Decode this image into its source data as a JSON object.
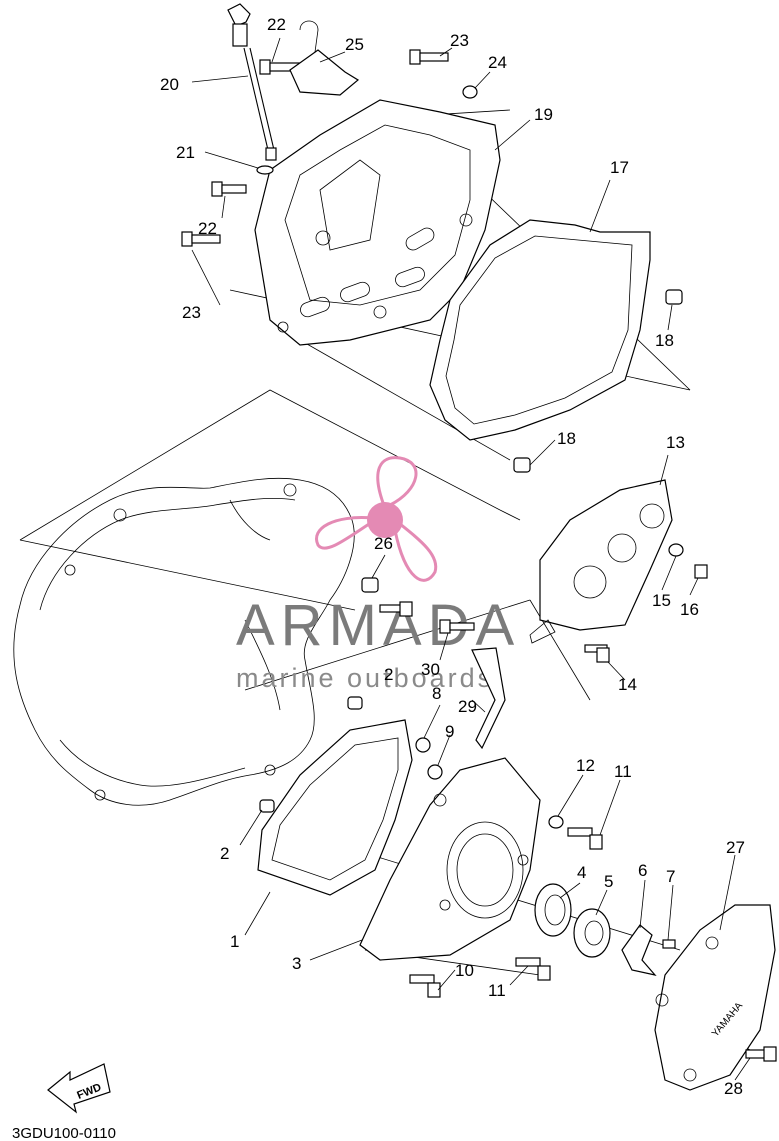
{
  "diagram": {
    "callouts": [
      {
        "id": "c20",
        "text": "20"
      },
      {
        "id": "c22a",
        "text": "22"
      },
      {
        "id": "c25",
        "text": "25"
      },
      {
        "id": "c23a",
        "text": "23"
      },
      {
        "id": "c24",
        "text": "24"
      },
      {
        "id": "c19",
        "text": "19"
      },
      {
        "id": "c21",
        "text": "21"
      },
      {
        "id": "c22b",
        "text": "22"
      },
      {
        "id": "c17",
        "text": "17"
      },
      {
        "id": "c23b",
        "text": "23"
      },
      {
        "id": "c18a",
        "text": "18"
      },
      {
        "id": "c18b",
        "text": "18"
      },
      {
        "id": "c13",
        "text": "13"
      },
      {
        "id": "c26",
        "text": "26"
      },
      {
        "id": "c15",
        "text": "15"
      },
      {
        "id": "c16",
        "text": "16"
      },
      {
        "id": "c14",
        "text": "14"
      },
      {
        "id": "c30",
        "text": "30"
      },
      {
        "id": "c2a",
        "text": "2"
      },
      {
        "id": "c8",
        "text": "8"
      },
      {
        "id": "c29",
        "text": "29"
      },
      {
        "id": "c9",
        "text": "9"
      },
      {
        "id": "c12",
        "text": "12"
      },
      {
        "id": "c11a",
        "text": "11"
      },
      {
        "id": "c2b",
        "text": "2"
      },
      {
        "id": "c27",
        "text": "27"
      },
      {
        "id": "c6",
        "text": "6"
      },
      {
        "id": "c7",
        "text": "7"
      },
      {
        "id": "c4",
        "text": "4"
      },
      {
        "id": "c5",
        "text": "5"
      },
      {
        "id": "c1",
        "text": "1"
      },
      {
        "id": "c3",
        "text": "3"
      },
      {
        "id": "c10",
        "text": "10"
      },
      {
        "id": "c11b",
        "text": "11"
      },
      {
        "id": "c28",
        "text": "28"
      }
    ],
    "fwd_label": "FWD",
    "cover_mark": "YAMAHA",
    "diagram_code": "3GDU100-0110"
  },
  "watermark": {
    "title": "ARMADA",
    "subtitle": "marine outboards",
    "title_color": "#7b7b7b",
    "logo_color": "#e48ab4"
  }
}
